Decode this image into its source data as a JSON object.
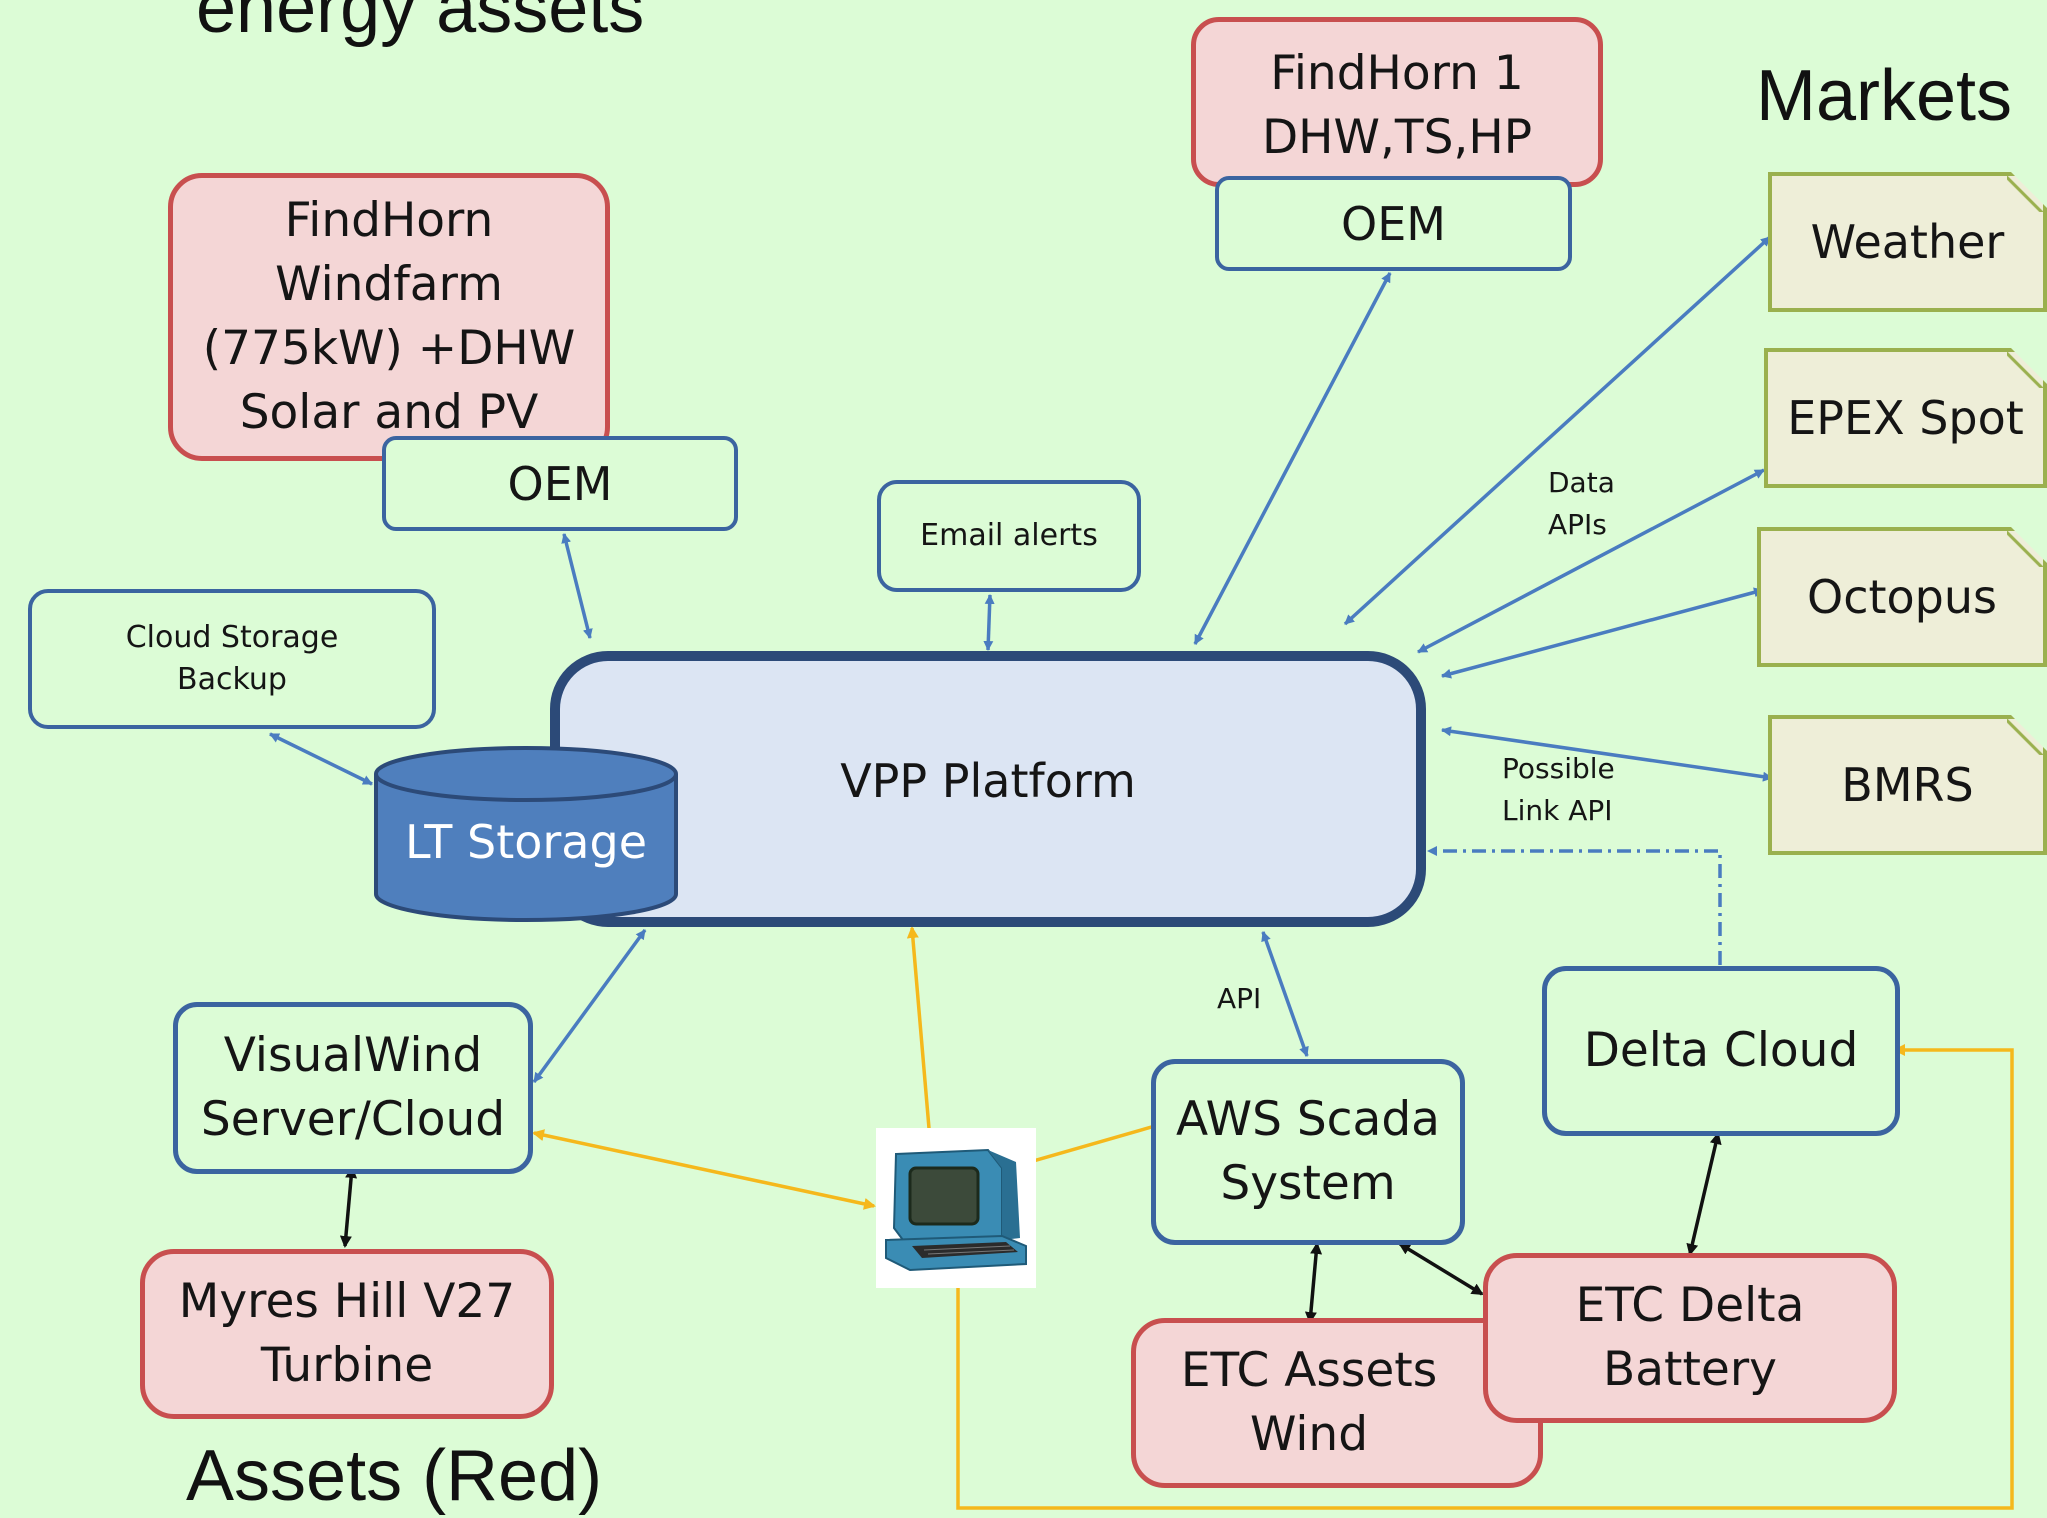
{
  "headings": {
    "top_left": "energy assets",
    "markets": "Markets",
    "assets": "Assets (Red)"
  },
  "nodes": {
    "findhorn_windfarm": "FindHorn\nWindfarm\n(775kW) +DHW\nSolar and PV",
    "findhorn_1": "FindHorn 1\nDHW,TS,HP",
    "oem_left": "OEM",
    "oem_top": "OEM",
    "email_alerts": "Email alerts",
    "cloud_storage": "Cloud Storage\nBackup",
    "lt_storage": "LT Storage",
    "vpp_platform": "VPP Platform",
    "visualwind": "VisualWind\nServer/Cloud",
    "myres_hill": "Myres Hill V27\nTurbine",
    "aws_scada": "AWS Scada\nSystem",
    "delta_cloud": "Delta Cloud",
    "etc_assets_wind": "ETC Assets\nWind",
    "etc_delta_battery": "ETC Delta\nBattery"
  },
  "markets": {
    "weather": "Weather",
    "epex_spot": "EPEX Spot",
    "octopus": "Octopus",
    "bmrs": "BMRS"
  },
  "labels": {
    "data_apis": "Data\nAPIs",
    "possible_link_api": "Possible\nLink API",
    "api": "API"
  },
  "colors": {
    "background": "#dcfcd6",
    "asset_fill": "#f4d6d6",
    "asset_border": "#c84f4f",
    "blue_border": "#3b64a0",
    "market_fill": "#eeeed8",
    "market_border": "#9ab04e",
    "vpp_fill": "#dce5f3",
    "vpp_border": "#2c4a78",
    "storage_fill": "#4f7fbd",
    "blue_arrow": "#4a7cc0",
    "yellow_arrow": "#f5b81c",
    "black_arrow": "#111111"
  }
}
